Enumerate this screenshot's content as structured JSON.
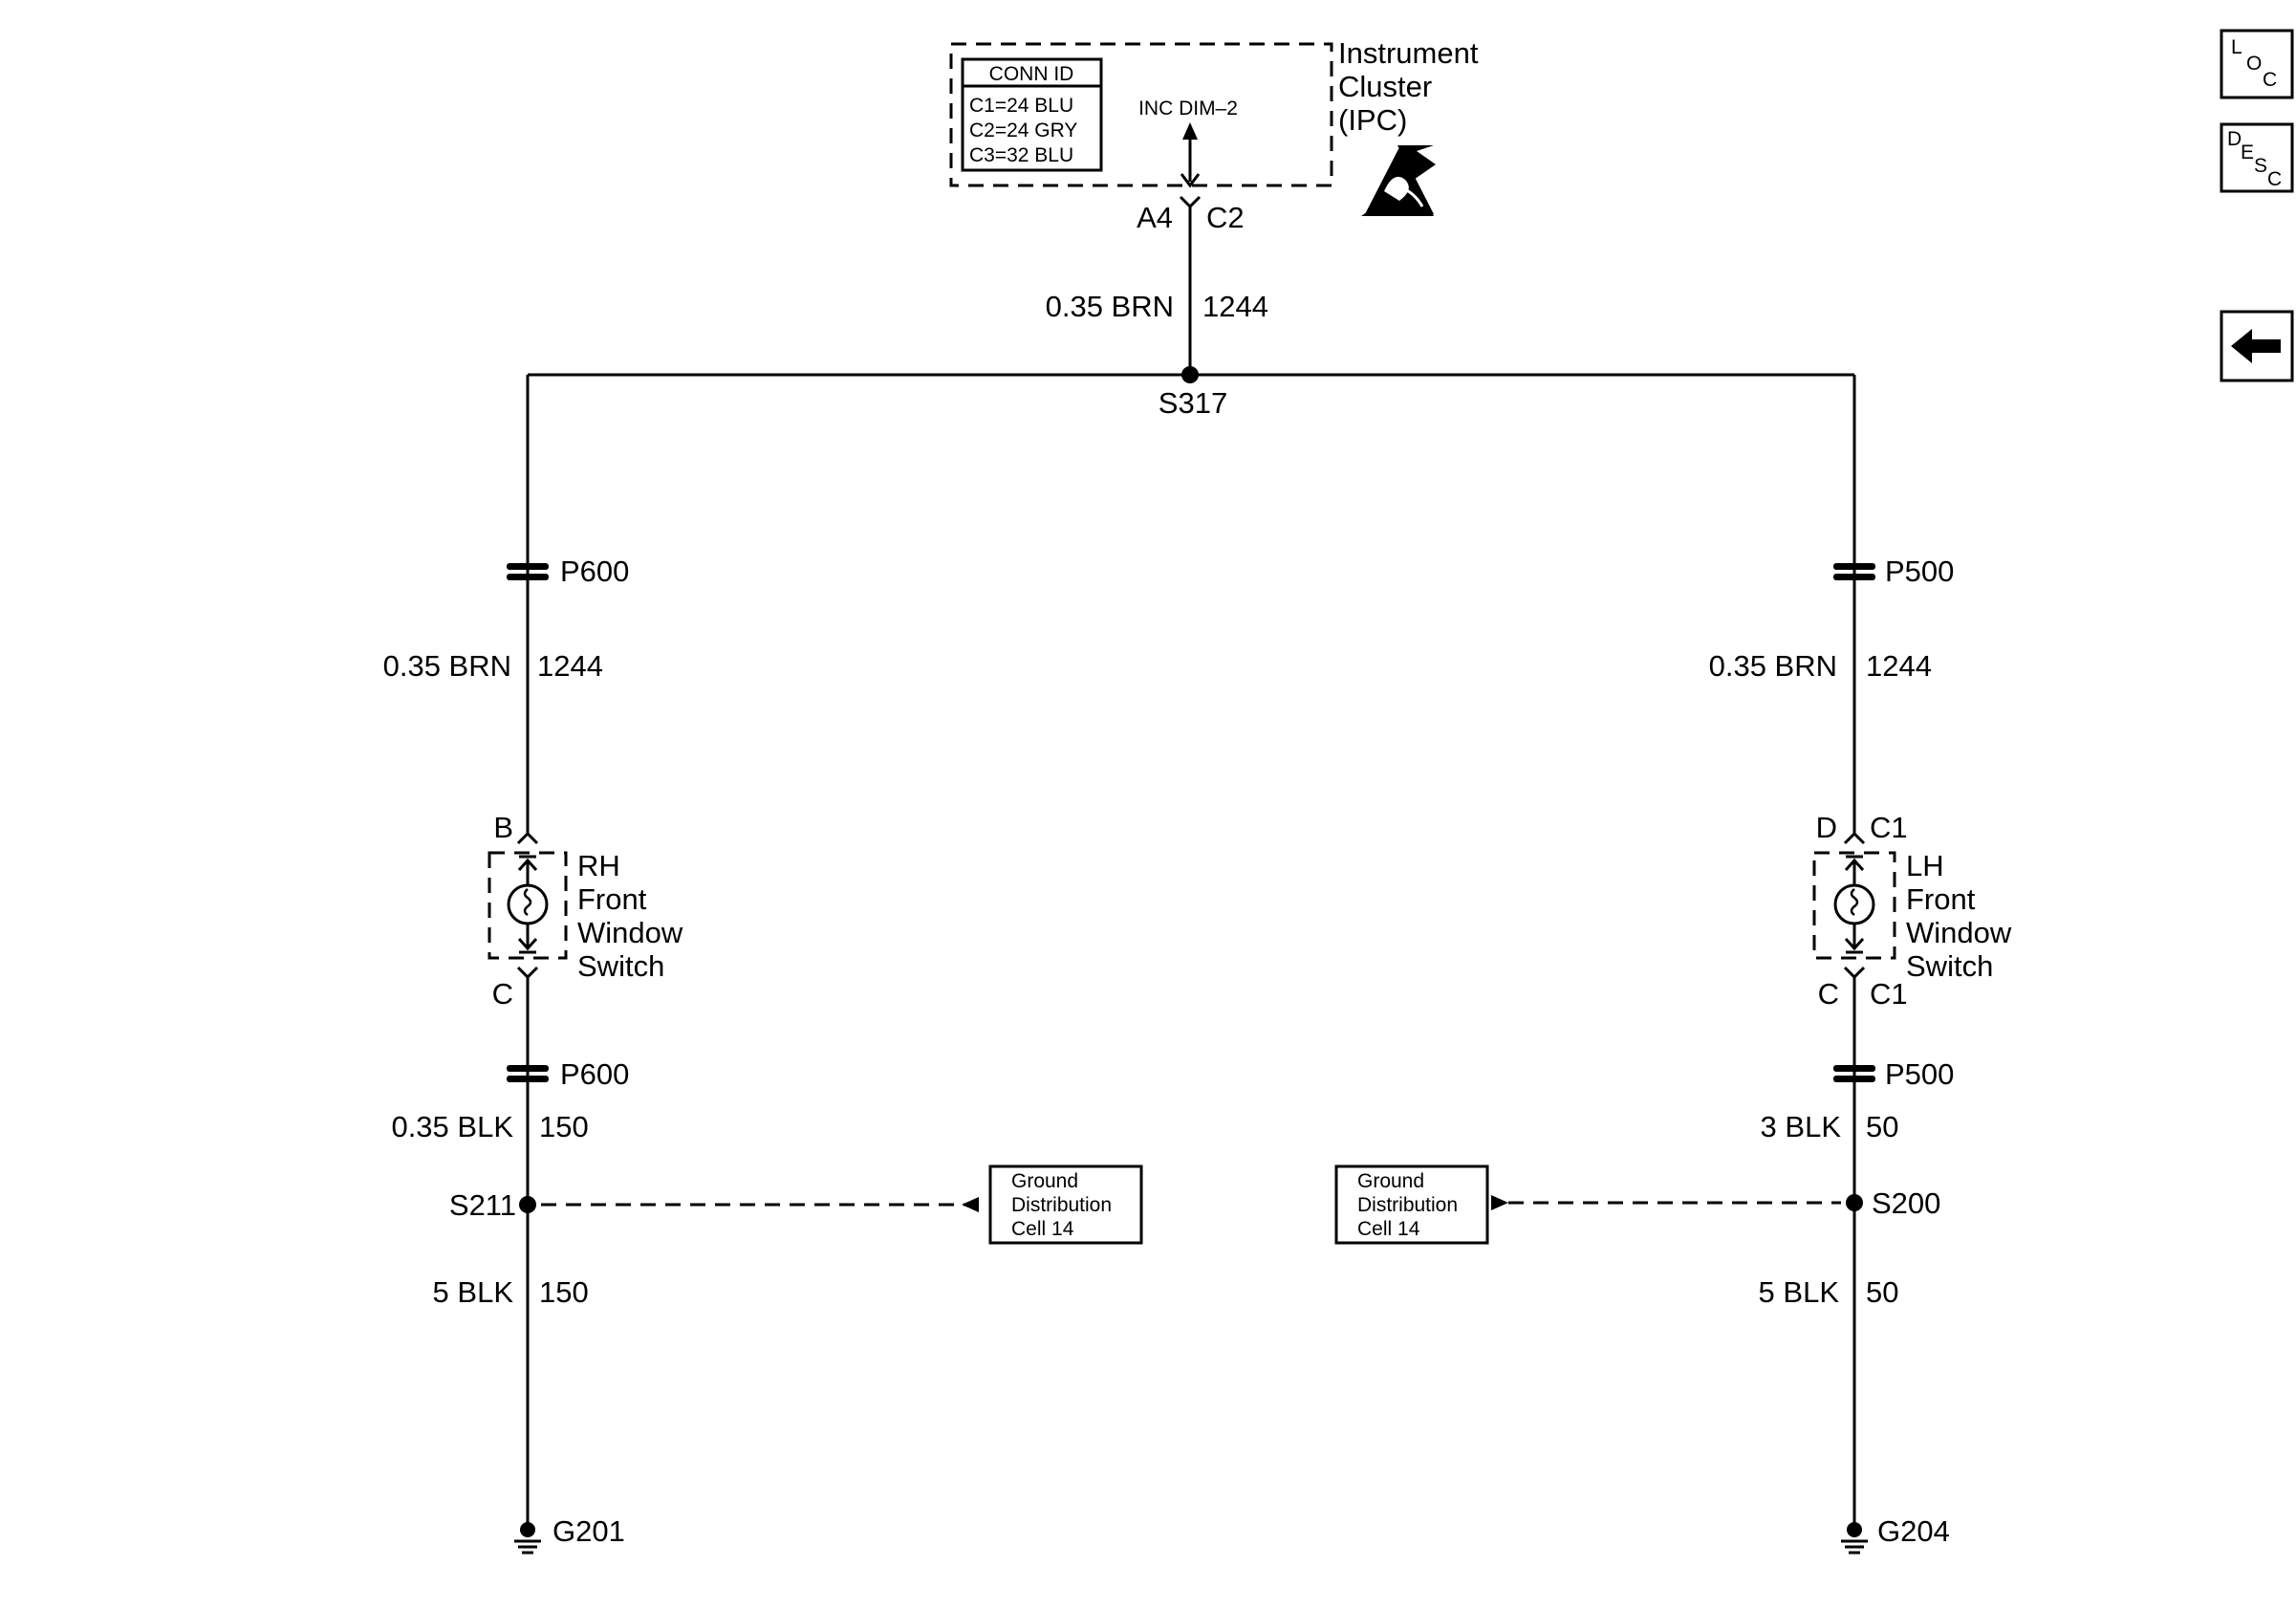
{
  "ipc": {
    "title_line1": "Instrument",
    "title_line2": "Cluster",
    "title_line3": "(IPC)",
    "conn_header": "CONN ID",
    "conn_rows": [
      "C1=24 BLU",
      "C2=24 GRY",
      "C3=32 BLU"
    ],
    "signal_label": "INC DIM–2",
    "pin": "A4",
    "connector": "C2"
  },
  "top_wire": {
    "gauge_color": "0.35 BRN",
    "circuit": "1244"
  },
  "splice_top": "S317",
  "rh": {
    "inline_upper": "P600",
    "wire_gauge_color": "0.35 BRN",
    "wire_circuit": "1244",
    "pin_top": "B",
    "name_lines": [
      "RH",
      "Front",
      "Window",
      "Switch"
    ],
    "pin_bottom": "C",
    "inline_lower": "P600",
    "lower_wire_gauge_color": "0.35 BLK",
    "lower_wire_circuit": "150",
    "splice": "S211",
    "ground_wire_gauge_color": "5 BLK",
    "ground_wire_circuit": "150",
    "ground": "G201",
    "ref_box": [
      "Ground",
      "Distribution",
      "Cell 14"
    ]
  },
  "lh": {
    "inline_upper": "P500",
    "wire_gauge_color": "0.35 BRN",
    "wire_circuit": "1244",
    "pin_top": "D",
    "conn_top": "C1",
    "name_lines": [
      "LH",
      "Front",
      "Window",
      "Switch"
    ],
    "pin_bottom": "C",
    "conn_bottom": "C1",
    "inline_lower": "P500",
    "lower_wire_gauge_color": "3 BLK",
    "lower_wire_circuit": "50",
    "splice": "S200",
    "ground_wire_gauge_color": "5 BLK",
    "ground_wire_circuit": "50",
    "ground": "G204",
    "ref_box": [
      "Ground",
      "Distribution",
      "Cell 14"
    ]
  },
  "side_buttons": {
    "loc": [
      "L",
      "O",
      "C"
    ],
    "desc": [
      "D",
      "E",
      "S",
      "C"
    ]
  },
  "icons": {
    "esd": "esd-warning-icon",
    "back": "back-arrow-icon"
  }
}
